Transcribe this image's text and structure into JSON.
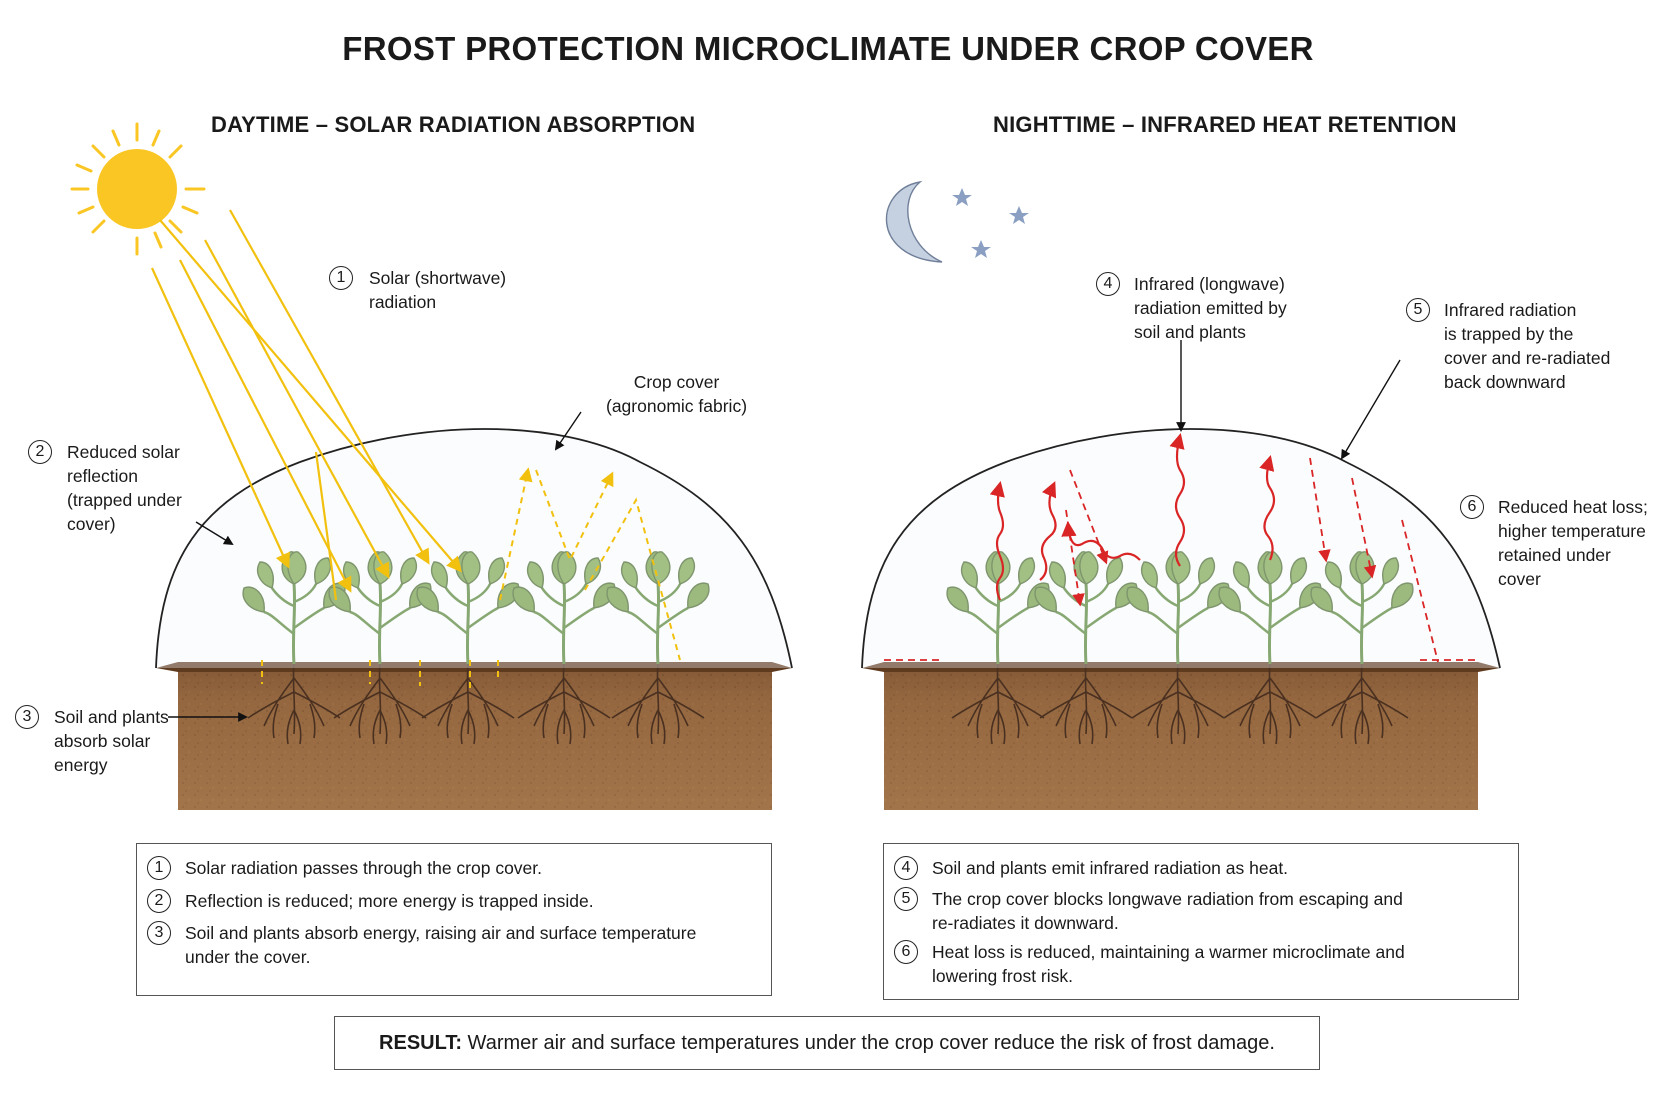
{
  "title": "FROST PROTECTION MICROCLIMATE UNDER CROP COVER",
  "day": {
    "heading": "DAYTIME – SOLAR RADIATION ABSORPTION",
    "callouts": {
      "c1": {
        "num": "1",
        "lines": [
          "Solar (shortwave)",
          "radiation"
        ]
      },
      "cover": {
        "lines": [
          "Crop cover",
          "(agronomic fabric)"
        ]
      },
      "c2": {
        "num": "2",
        "lines": [
          "Reduced solar",
          "reflection",
          "(trapped under",
          "cover)"
        ]
      },
      "c3": {
        "num": "3",
        "lines": [
          "Soil and plants",
          "absorb solar",
          "energy"
        ]
      }
    },
    "steps": [
      {
        "num": "1",
        "lines": [
          "Solar radiation passes through the crop cover."
        ]
      },
      {
        "num": "2",
        "lines": [
          "Reflection is reduced; more energy is trapped inside."
        ]
      },
      {
        "num": "3",
        "lines": [
          "Soil and plants absorb energy, raising air and surface temperature",
          "under the cover."
        ]
      }
    ]
  },
  "night": {
    "heading": "NIGHTTIME – INFRARED HEAT RETENTION",
    "callouts": {
      "c4": {
        "num": "4",
        "lines": [
          "Infrared (longwave)",
          "radiation emitted by",
          "soil and plants"
        ]
      },
      "c5": {
        "num": "5",
        "lines": [
          "Infrared radiation",
          "is trapped by the",
          "cover and re-radiated",
          "back downward"
        ]
      },
      "c6": {
        "num": "6",
        "lines": [
          "Reduced heat loss;",
          "higher temperature",
          "retained under",
          "cover"
        ]
      }
    },
    "steps": [
      {
        "num": "4",
        "lines": [
          "Soil and plants emit infrared radiation as heat."
        ]
      },
      {
        "num": "5",
        "lines": [
          "The crop cover blocks longwave radiation from escaping and",
          "re-radiates it downward."
        ]
      },
      {
        "num": "6",
        "lines": [
          "Heat loss is reduced, maintaining a warmer microclimate and",
          "lowering frost risk."
        ]
      }
    ]
  },
  "result": {
    "label": "RESULT:",
    "text": " Warmer air and surface temperatures under the crop cover reduce the risk of frost damage."
  },
  "colors": {
    "sun": "#f9c623",
    "solar_ray": "#f2c10f",
    "infrared": "#d92525",
    "leaf": "#6e9a3c",
    "leaf_dark": "#3f6222",
    "stem": "#4e7f2a",
    "soil": "#9c6e45",
    "soil_top": "#6b4426",
    "root": "#4a3020",
    "moon": "#c5d0e0",
    "star": "#8a9fc2",
    "cover": "#222222"
  },
  "icons": [
    "sun-icon",
    "moon-icon",
    "star-icon"
  ]
}
